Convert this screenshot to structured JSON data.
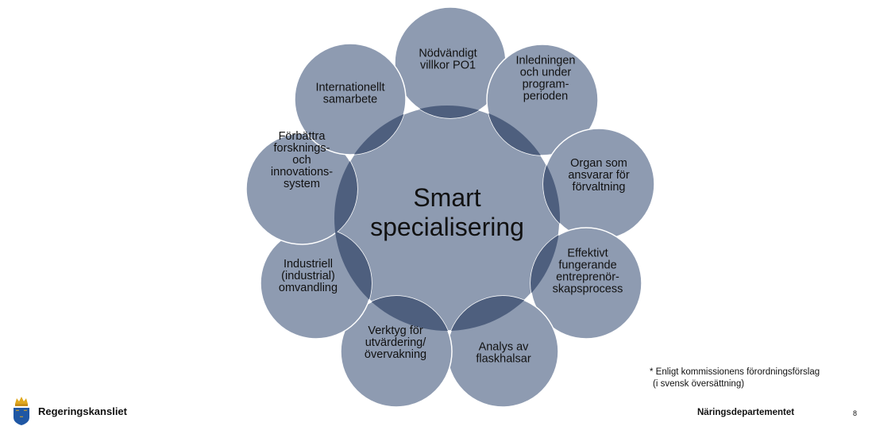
{
  "diagram": {
    "center": [
      "Smart",
      "specialisering"
    ],
    "items": [
      [
        "Nödvändigt",
        "villkor PO1"
      ],
      [
        "Inledningen",
        "och under",
        "program-",
        "perioden"
      ],
      [
        "Organ som",
        "ansvarar för",
        "förvaltning"
      ],
      [
        "Effektivt",
        "fungerande",
        "entreprenör-",
        "skapsprocess"
      ],
      [
        "Analys av",
        "flaskhalsar"
      ],
      [
        "Verktyg för",
        "utvärdering/",
        "övervakning"
      ],
      [
        "Industriell",
        "(industrial)",
        "omvandling"
      ],
      [
        "Förbättra",
        "forsknings-",
        "och",
        "innovations-",
        "system"
      ],
      [
        "Internationellt",
        "samarbete"
      ]
    ]
  },
  "footnote": {
    "line1": "* Enligt kommissionens förordningsförslag",
    "line2": "(i svensk översättning)"
  },
  "footer": {
    "logo_text": "Regeringskansliet",
    "department": "Näringsdepartementet",
    "page_number": "8"
  },
  "colors": {
    "circle_fill": "#8E9BB1",
    "overlap_fill": "#4E5F7E",
    "circle_stroke": "#ffffff"
  }
}
